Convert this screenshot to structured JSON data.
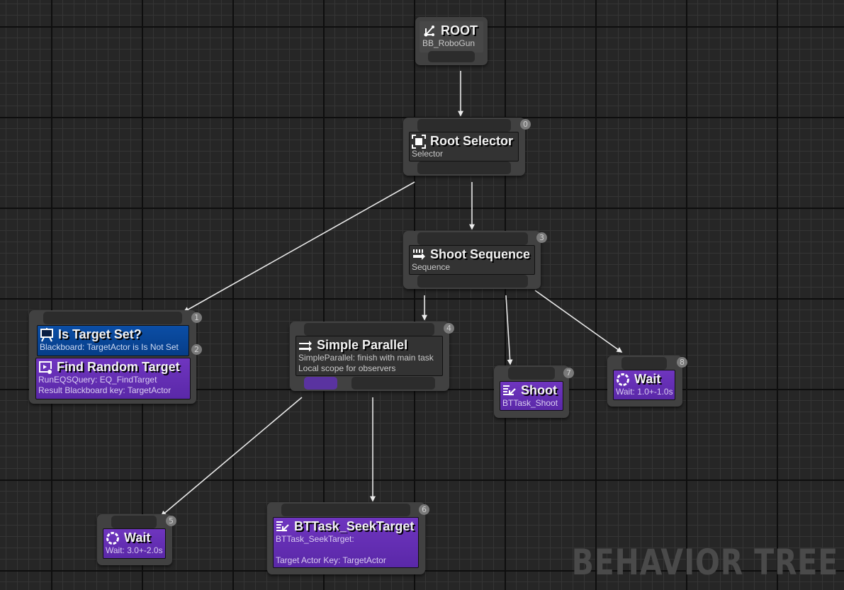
{
  "editor": {
    "watermark": "BEHAVIOR TREE",
    "colors": {
      "background": "#262626",
      "node": "#414141",
      "composite": "#333333",
      "task": "#6230b0",
      "decorator": "#0a4696",
      "active_pin": "#5a33a0",
      "wire": "#e8e8e8"
    }
  },
  "nodes": {
    "root": {
      "title": "ROOT",
      "subtitle": "BB_RoboGun",
      "icon": "root-icon"
    },
    "root_selector": {
      "index": "0",
      "title": "Root Selector",
      "subtitle": "Selector",
      "icon": "selector-icon"
    },
    "shoot_sequence": {
      "index": "3",
      "title": "Shoot Sequence",
      "subtitle": "Sequence",
      "icon": "sequence-icon"
    },
    "find_target_group": {
      "decorator": {
        "index": "1",
        "title": "Is Target Set?",
        "subtitle": "Blackboard: TargetActor is Is Not Set",
        "icon": "blackboard-icon"
      },
      "task": {
        "index": "2",
        "title": "Find Random Target",
        "lines": [
          "RunEQSQuery: EQ_FindTarget",
          "Result Blackboard key: TargetActor"
        ],
        "icon": "eqs-icon"
      }
    },
    "simple_parallel": {
      "index": "4",
      "title": "Simple Parallel",
      "lines": [
        "SimpleParallel: finish with main task",
        "Local scope for observers"
      ],
      "icon": "parallel-icon"
    },
    "shoot": {
      "index": "7",
      "title": "Shoot",
      "subtitle": "BTTask_Shoot",
      "icon": "task-icon",
      "has_blueprint_marker": true
    },
    "wait_8": {
      "index": "8",
      "title": "Wait",
      "subtitle": "Wait: 1.0+-1.0s",
      "icon": "wait-icon"
    },
    "wait_5": {
      "index": "5",
      "title": "Wait",
      "subtitle": "Wait: 3.0+-2.0s",
      "icon": "wait-icon"
    },
    "seek_target": {
      "index": "6",
      "title": "BTTask_SeekTarget",
      "lines": [
        "BTTask_SeekTarget:",
        "",
        "Target Actor Key: TargetActor"
      ],
      "icon": "task-icon",
      "has_blueprint_marker": true
    }
  },
  "connections": [
    {
      "from": "root",
      "to": "root_selector"
    },
    {
      "from": "root_selector",
      "to": "find_target_group"
    },
    {
      "from": "root_selector",
      "to": "shoot_sequence"
    },
    {
      "from": "shoot_sequence",
      "to": "simple_parallel"
    },
    {
      "from": "shoot_sequence",
      "to": "shoot"
    },
    {
      "from": "shoot_sequence",
      "to": "wait_8"
    },
    {
      "from": "simple_parallel",
      "to": "wait_5"
    },
    {
      "from": "simple_parallel",
      "to": "seek_target"
    }
  ]
}
